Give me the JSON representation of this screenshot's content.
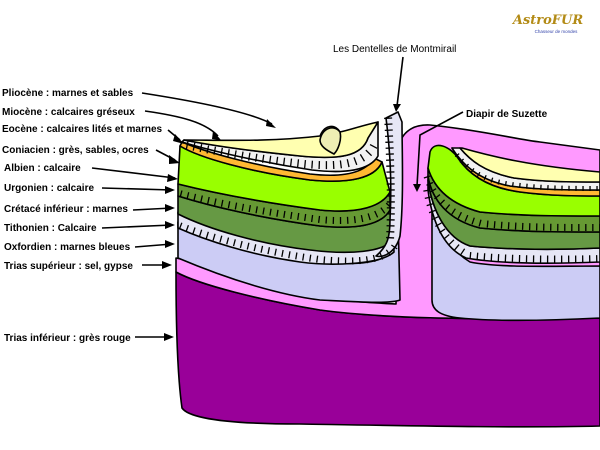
{
  "logo": {
    "title": "AstroFUR",
    "subtitle": "Chasseur de mondes"
  },
  "annotations": {
    "dentelles": "Les Dentelles de Montmirail",
    "diapir": "Diapir de Suzette"
  },
  "layers": [
    {
      "label": "Pliocène : marnes et sables",
      "color": "#ffffb0"
    },
    {
      "label": "Miocène : calcaires gréseux",
      "color": "#f2f2f2"
    },
    {
      "label": "Eocène : calcaires lités et marnes",
      "color": "#ffcc33"
    },
    {
      "label": "Coniacien : grès, sables, ocres",
      "color": "#ffb833"
    },
    {
      "label": "Albien : calcaire",
      "color": "#99ff00"
    },
    {
      "label": "Urgonien : calcaire",
      "color": "#669933"
    },
    {
      "label": "Crétacé inférieur : marnes",
      "color": "#669944"
    },
    {
      "label": "Tithonien : Calcaire",
      "color": "#e6e6f5"
    },
    {
      "label": "Oxfordien : marnes bleues",
      "color": "#ccccf5"
    },
    {
      "label": "Trias supérieur : sel, gypse",
      "color": "#ff99ff"
    },
    {
      "label": "Trias inférieur : grès rouge",
      "color": "#990099"
    }
  ]
}
